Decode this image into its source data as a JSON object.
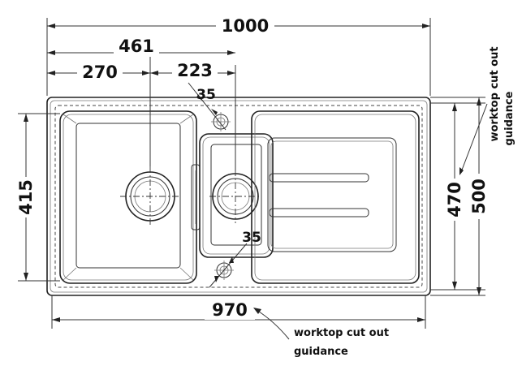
{
  "dimensions": {
    "overall_width": "1000",
    "to_main_bowl_centre": "461",
    "main_bowl_offset": "270",
    "bowl_spacing": "223",
    "tap_hole_top": "35",
    "tap_hole_bottom": "35",
    "bowl_depth": "415",
    "cutout_depth": "470",
    "overall_depth": "500",
    "cutout_width": "970"
  },
  "notes": {
    "cutout_right_line1": "worktop cut out",
    "cutout_right_line2": "guidance",
    "cutout_bottom_line1": "worktop cut out",
    "cutout_bottom_line2": "guidance"
  }
}
